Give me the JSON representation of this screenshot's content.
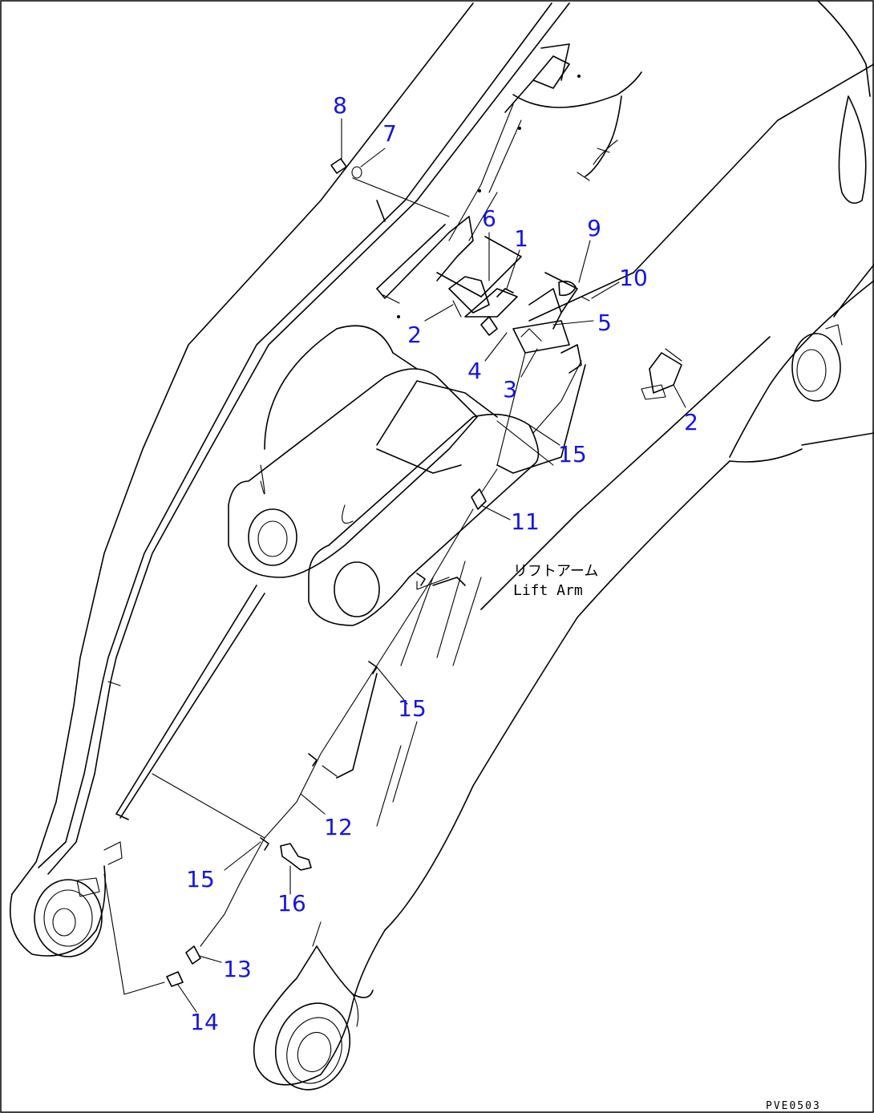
{
  "diagram": {
    "part_numbers": [
      {
        "id": "p8",
        "label": "8"
      },
      {
        "id": "p7",
        "label": "7"
      },
      {
        "id": "p6",
        "label": "6"
      },
      {
        "id": "p1",
        "label": "1"
      },
      {
        "id": "p9",
        "label": "9"
      },
      {
        "id": "p10",
        "label": "10"
      },
      {
        "id": "p5",
        "label": "5"
      },
      {
        "id": "p2a",
        "label": "2"
      },
      {
        "id": "p4",
        "label": "4"
      },
      {
        "id": "p3",
        "label": "3"
      },
      {
        "id": "p2b",
        "label": "2"
      },
      {
        "id": "p15a",
        "label": "15"
      },
      {
        "id": "p11",
        "label": "11"
      },
      {
        "id": "p15b",
        "label": "15"
      },
      {
        "id": "p12",
        "label": "12"
      },
      {
        "id": "p15c",
        "label": "15"
      },
      {
        "id": "p16",
        "label": "16"
      },
      {
        "id": "p13",
        "label": "13"
      },
      {
        "id": "p14",
        "label": "14"
      }
    ],
    "arm_label_jp": "リフトアーム",
    "arm_label_en": "Lift Arm",
    "drawing_code": "PVE0503"
  }
}
